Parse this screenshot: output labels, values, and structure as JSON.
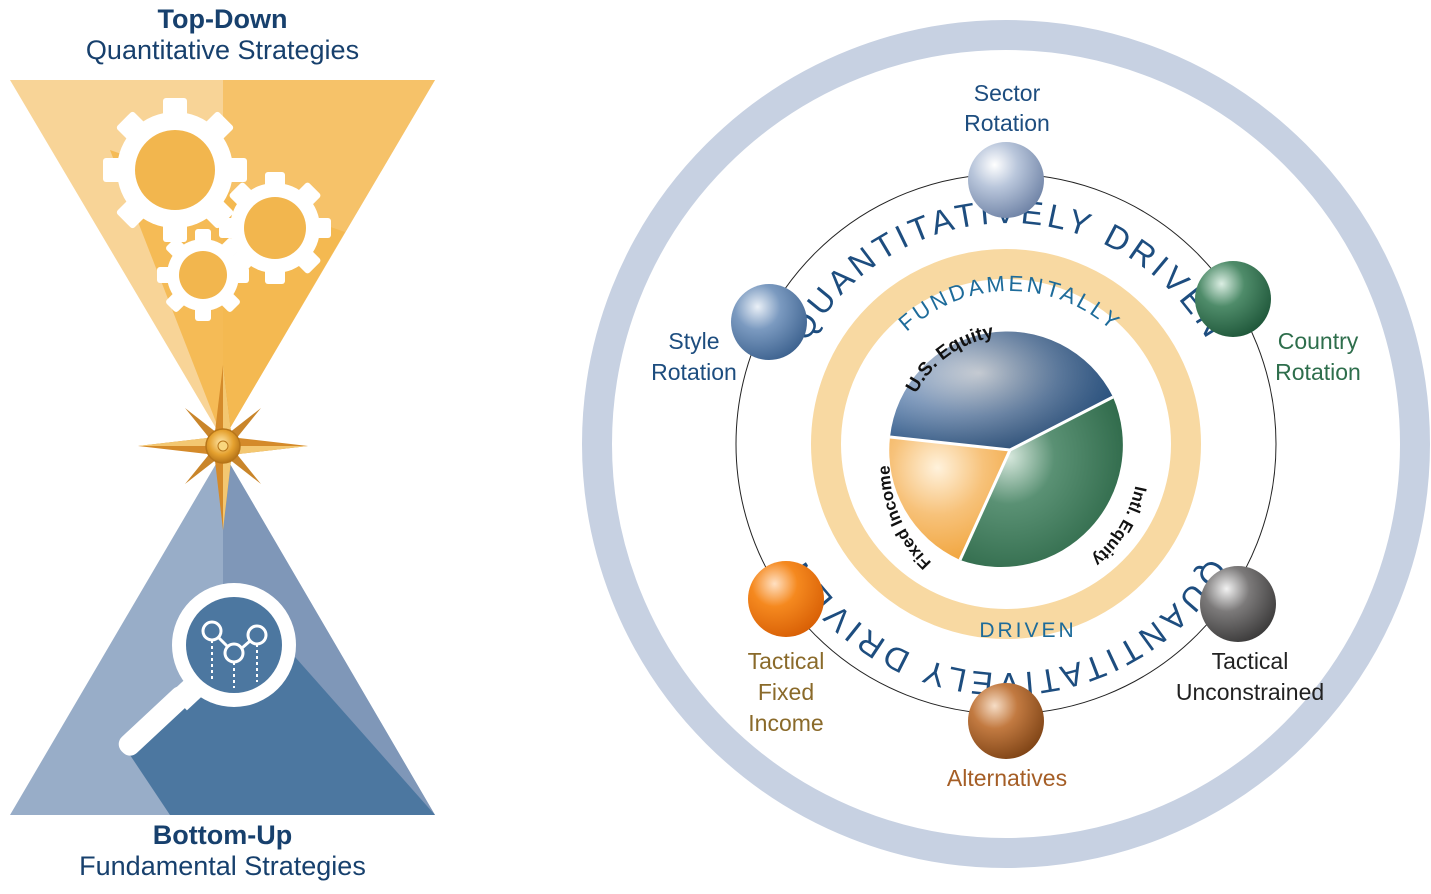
{
  "top": {
    "line1": "Top-Down",
    "line2": "Quantitative Strategies"
  },
  "bottom": {
    "line1": "Bottom-Up",
    "line2": "Fundamental Strategies"
  },
  "outer_ring": {
    "top_text": "QUANTITATIVELY DRIVEN",
    "bottom_text": "QUANTITATIVELY DRIVEN"
  },
  "inner_ring": {
    "top_text": "FUNDAMENTALLY",
    "bottom_text": "DRIVEN"
  },
  "pie": {
    "us_equity": "U.S. Equity",
    "intl_equity": "Intl. Equity",
    "fixed_income": "Fixed Income"
  },
  "spheres": {
    "sector": {
      "line1": "Sector",
      "line2": "Rotation"
    },
    "country": {
      "line1": "Country",
      "line2": "Rotation"
    },
    "style": {
      "line1": "Style",
      "line2": "Rotation"
    },
    "tactical_unconstrained": {
      "line1": "Tactical",
      "line2": "Unconstrained"
    },
    "alternatives": {
      "line1": "Alternatives"
    },
    "tactical_fixed_income": {
      "line1": "Tactical",
      "line2": "Fixed",
      "line3": "Income"
    }
  },
  "colors": {
    "navy": "#17406d",
    "gold_light": "#f8d9a2",
    "gold": "#f2b54e",
    "ring_blue": "#c7d1e2",
    "blue_tri": "#4c77a0",
    "green": "#2e6e4c",
    "brown": "#a55e26",
    "orange": "#ee7a1f",
    "gray": "#555"
  }
}
